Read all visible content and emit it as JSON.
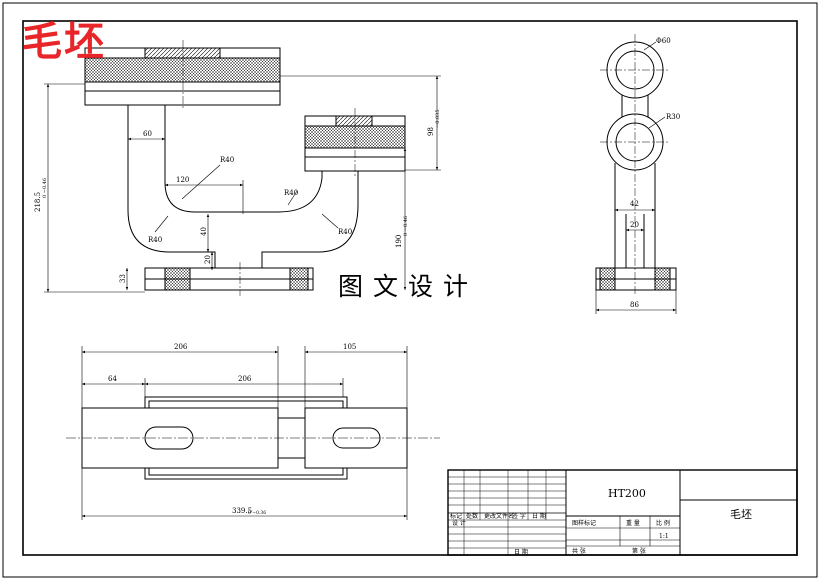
{
  "overlay": {
    "title": "毛坯",
    "design_label": "图文设计"
  },
  "dims": {
    "d_w206": "206",
    "d_w105": "105",
    "d_w64": "64",
    "d_w206b": "206",
    "d_total": "339.5",
    "d_total_tol": "0 −0.36",
    "d_height218": "218.5",
    "d_height218_tol": "0 −0.46",
    "d_98": "98",
    "d_98_tol": "−0.035",
    "d_190": "190",
    "d_190_tol": "0 −0.46",
    "d_60": "60",
    "d_120": "120",
    "d_r40a": "R40",
    "d_r40b": "R40",
    "d_r40c": "R40",
    "d_r40d": "R40",
    "d_40": "40",
    "d_20": "20",
    "d_33": "33",
    "d_dia60": "Φ60",
    "d_r30": "R30",
    "d_42": "42",
    "d_20b": "20",
    "d_86": "86"
  },
  "title_block": {
    "material": "HT200",
    "part_name": "毛坯",
    "h_mark": "标记",
    "h_count": "处数",
    "h_file": "更改文件名",
    "h_sign": "签 字",
    "h_date": "日 期",
    "h_design": "设 计",
    "h_stage": "图样标记",
    "h_weight": "重 量",
    "h_scale": "比 例",
    "scale_value": "1:1",
    "h_check": "日 期",
    "h_total": "共 张",
    "h_sheet": "第 张"
  }
}
